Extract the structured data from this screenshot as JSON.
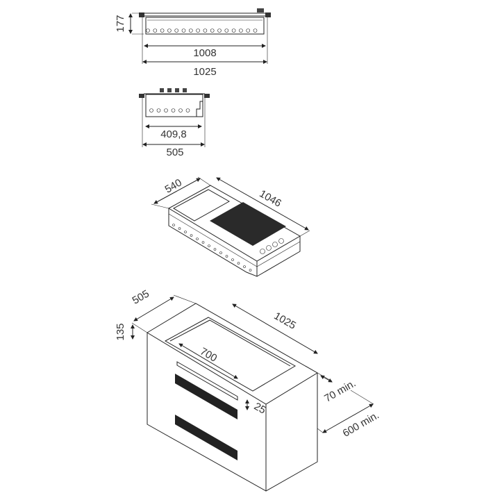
{
  "drawing": {
    "front_view": {
      "height_label": "177",
      "inner_width_label": "1008",
      "outer_width_label": "1025"
    },
    "side_view": {
      "inner_depth_label": "409,8",
      "outer_depth_label": "505"
    },
    "hob_iso": {
      "depth_label": "540",
      "width_label": "1046"
    },
    "cabinet_iso": {
      "depth_label": "505",
      "height_label": "135",
      "width_label": "1025",
      "opening_label": "700",
      "vent_label": "25",
      "rear_gap_label": "70 min.",
      "cabinet_depth_label": "600 min."
    }
  }
}
